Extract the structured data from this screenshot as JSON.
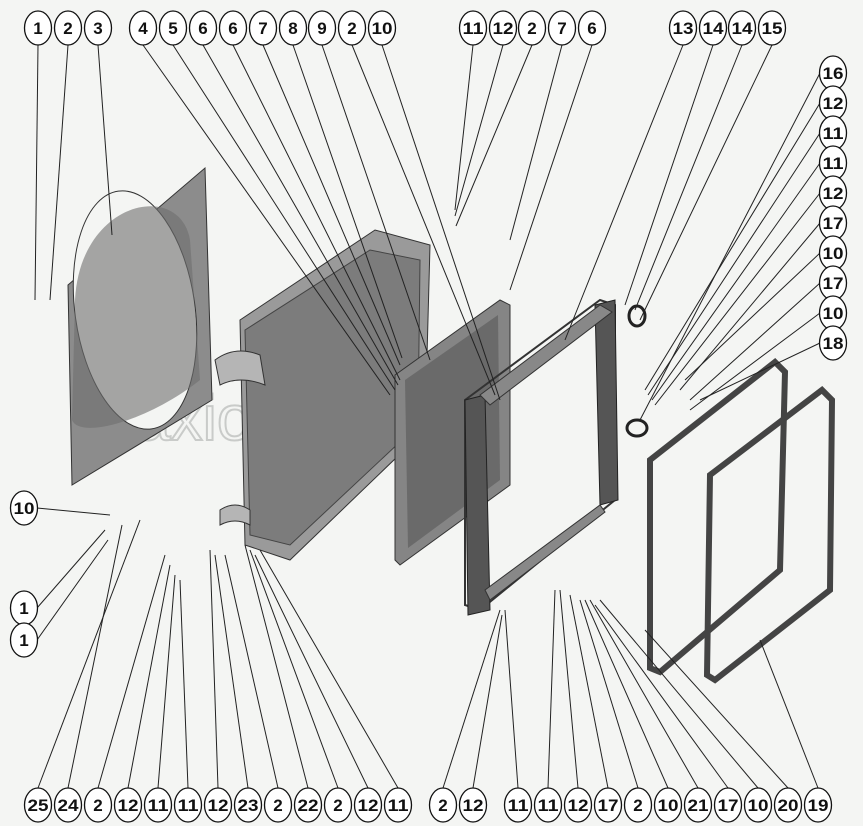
{
  "diagram": {
    "type": "exploded-parts-view",
    "watermark": "axiomfilter.ru",
    "callouts_top_left": [
      "1",
      "2",
      "3",
      "4",
      "5",
      "6",
      "6",
      "7",
      "8",
      "9",
      "2",
      "10"
    ],
    "callouts_top_middle": [
      "11",
      "12",
      "2",
      "7",
      "6"
    ],
    "callouts_top_right": [
      "13",
      "14",
      "14",
      "15"
    ],
    "callouts_right": [
      "16",
      "12",
      "11",
      "11",
      "12",
      "17",
      "10",
      "17",
      "10",
      "18"
    ],
    "callouts_left": [
      "10",
      "1",
      "1"
    ],
    "callouts_bottom_left": [
      "25",
      "24",
      "2",
      "12",
      "11",
      "11",
      "12",
      "23",
      "2",
      "22",
      "2",
      "12",
      "11"
    ],
    "callouts_bottom_middle": [
      "2",
      "12"
    ],
    "callouts_bottom_right": [
      "11",
      "11",
      "12",
      "17",
      "2",
      "10",
      "21",
      "17",
      "10",
      "20",
      "19"
    ]
  }
}
